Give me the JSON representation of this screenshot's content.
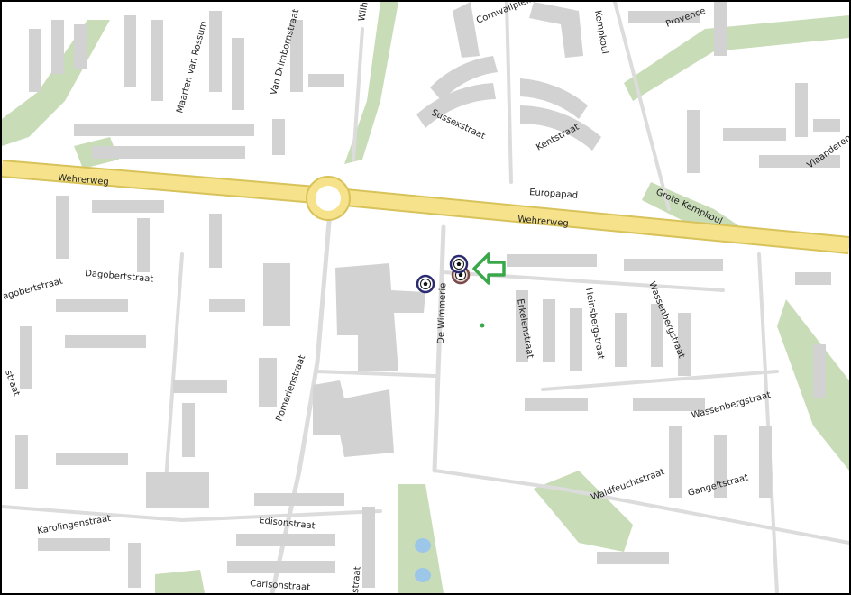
{
  "streets": {
    "wehrerweg_west": "Wehrerweg",
    "wehrerweg_east": "Wehrerweg",
    "europapad": "Europapad",
    "grote_kempkoul": "Grote Kempkoul",
    "sussexstraat": "Sussexstraat",
    "kentstraat": "Kentstraat",
    "cornwallplein": "Cornwallplein",
    "kempkoul": "Kempkoul",
    "provence": "Provence",
    "vlaanderen": "Vlaanderen",
    "maarten": "Maarten van Rossum",
    "van_drimborn": "Van Drimbornstraat",
    "wilh": "Wilh",
    "dagobertstraat": "Dagobertstraat",
    "dagobertstraat_west": "agobertstraat",
    "ostraat": "straat",
    "romerienstraat": "Romerienstraat",
    "de_wimmerie": "De Wimmerie",
    "erkelenstraat": "Erkelenstraat",
    "heinsbergstraat": "Heinsbergstraat",
    "wassenbergstraat_v": "Wassenbergstraat",
    "wassenbergstraat_h": "Wassenbergstraat",
    "waldfeuchtstraat": "Waldfeuchtstraat",
    "gangeltstraat": "Gangeltstraat",
    "karolingenstraat": "Karolingenstraat",
    "edisonstraat": "Edisonstraat",
    "carlsonstraat": "Carlsonstraat",
    "straat_bottom": "straat"
  },
  "colors": {
    "main_road": "#f5e28a",
    "main_road_edge": "#d8c25a",
    "building": "#d2d2d2",
    "park": "#c9dcb8",
    "water": "#9cc7e8",
    "arrow": "#3aa84a",
    "marker_ring": "#2a2a6e"
  },
  "markers": [
    {
      "name": "football-marker-a",
      "icon": "football-icon"
    },
    {
      "name": "football-marker-b",
      "icon": "football-icon"
    },
    {
      "name": "football-marker-c",
      "icon": "football-icon"
    }
  ],
  "pointer": {
    "icon": "arrow-left-icon"
  }
}
